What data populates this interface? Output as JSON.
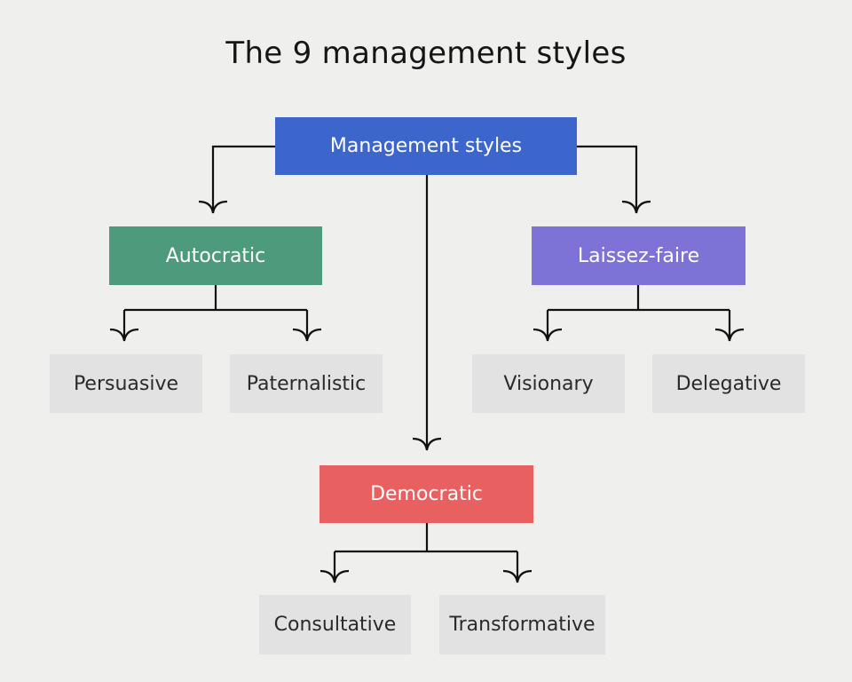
{
  "title": "The 9 management styles",
  "root": {
    "label": "Management styles",
    "color": "#3d66cc"
  },
  "branches": [
    {
      "label": "Autocratic",
      "color": "#4e9a7c",
      "children": [
        "Persuasive",
        "Paternalistic"
      ]
    },
    {
      "label": "Laissez-faire",
      "color": "#7d72d6",
      "children": [
        "Visionary",
        "Delegative"
      ]
    },
    {
      "label": "Democratic",
      "color": "#e8605f",
      "children": [
        "Consultative",
        "Transformative"
      ]
    }
  ]
}
